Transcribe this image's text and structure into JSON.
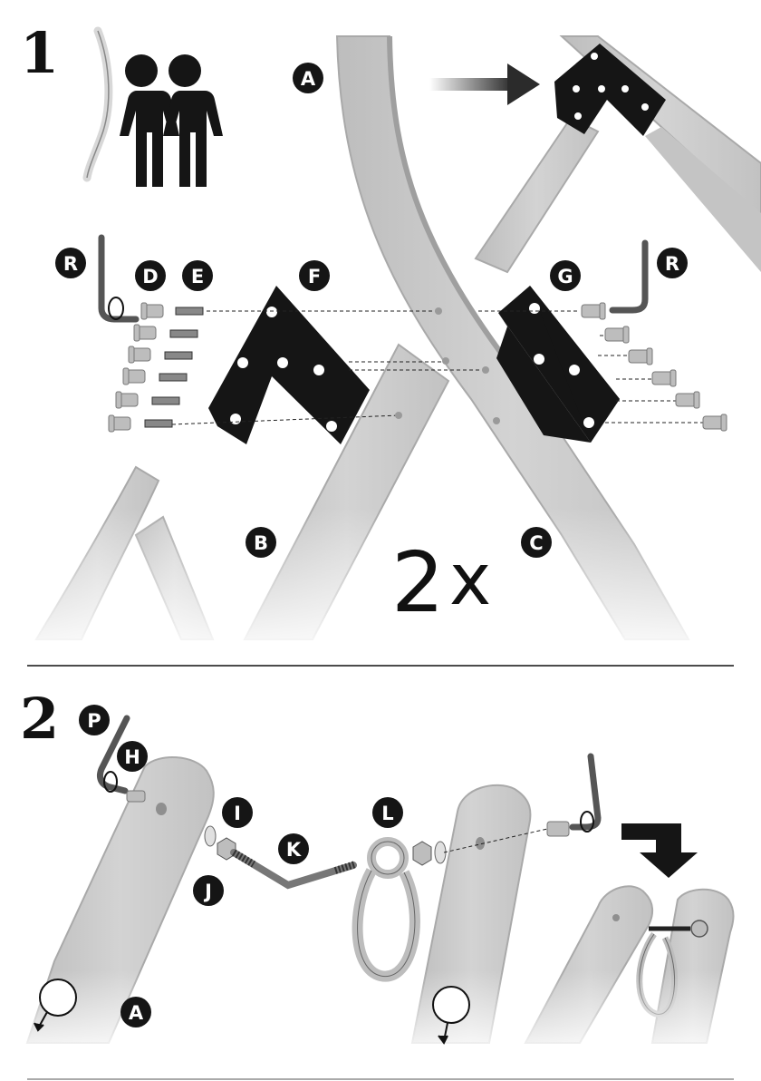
{
  "step1": {
    "number": "1",
    "labels": {
      "A": "A",
      "B": "B",
      "C": "C",
      "D": "D",
      "E": "E",
      "F": "F",
      "G": "G",
      "R_left": "R",
      "R_right": "R"
    },
    "multiplier_count": "2",
    "multiplier_sign": "x"
  },
  "step2": {
    "number": "2",
    "labels": {
      "P": "P",
      "H": "H",
      "I": "I",
      "J": "J",
      "K": "K",
      "L": "L",
      "A": "A"
    }
  },
  "colors": {
    "wood": "#c9c9c9",
    "wood_edge": "#a9a9a9",
    "plate": "#151515",
    "badge": "#151515",
    "hardware": "#bdbdbd",
    "arrow": "#333333"
  },
  "icons": {
    "people": "two-people-icon",
    "allen_key": "allen-key-icon",
    "rotate": "rotation-icon",
    "magnifier": "magnifier-icon",
    "arrow": "direction-arrow-icon"
  }
}
